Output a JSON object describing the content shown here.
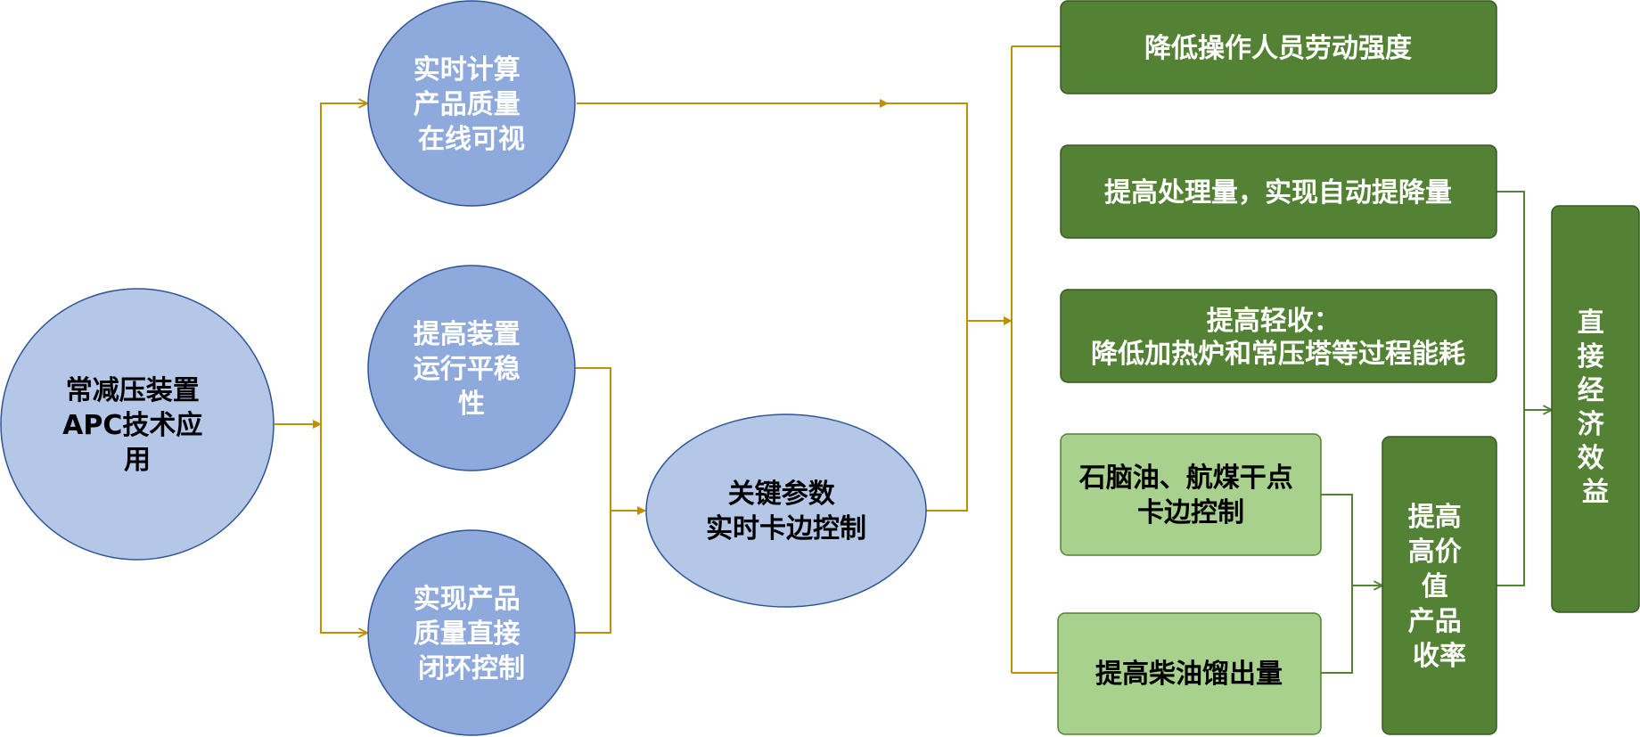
{
  "colors": {
    "connector_gold": "#BF8F00",
    "connector_green": "#538135",
    "circle_light_fill": "#B4C7E7",
    "circle_mid_fill": "#8EA9DB",
    "circle_stroke": "#2F5597",
    "dark_green_fill": "#548235",
    "dark_green_stroke": "#385723",
    "light_green_fill": "#A9D18E",
    "light_green_stroke": "#538135",
    "text_dark": "#000000",
    "text_light": "#FFFFFF"
  },
  "nodes": {
    "apc": {
      "lines": [
        "常减压装置",
        "APC技术应",
        "用"
      ]
    },
    "realtime_calc": {
      "lines": [
        "实时计算",
        "产品质量",
        "在线可视"
      ]
    },
    "stability": {
      "lines": [
        "提高装置",
        "运行平稳",
        "性"
      ]
    },
    "closed_loop": {
      "lines": [
        "实现产品",
        "质量直接",
        "闭环控制"
      ]
    },
    "key_params": {
      "lines": [
        "关键参数",
        "实时卡边控制"
      ]
    },
    "reduce_labor": {
      "lines": [
        "降低操作人员劳动强度"
      ]
    },
    "throughput": {
      "lines": [
        "提高处理量，实现自动提降量"
      ]
    },
    "light_yield": {
      "lines": [
        "提高轻收：",
        "降低加热炉和常压塔等过程能耗"
      ]
    },
    "naphtha": {
      "lines": [
        "石脑油、航煤干点",
        "卡边控制"
      ]
    },
    "diesel": {
      "lines": [
        "提高柴油馏出量"
      ]
    },
    "high_value": {
      "lines": [
        "提高",
        "高价",
        "值",
        "产品",
        "收率"
      ]
    },
    "economic": {
      "lines": [
        "直",
        "接",
        "经",
        "济",
        "效",
        "益"
      ]
    }
  }
}
